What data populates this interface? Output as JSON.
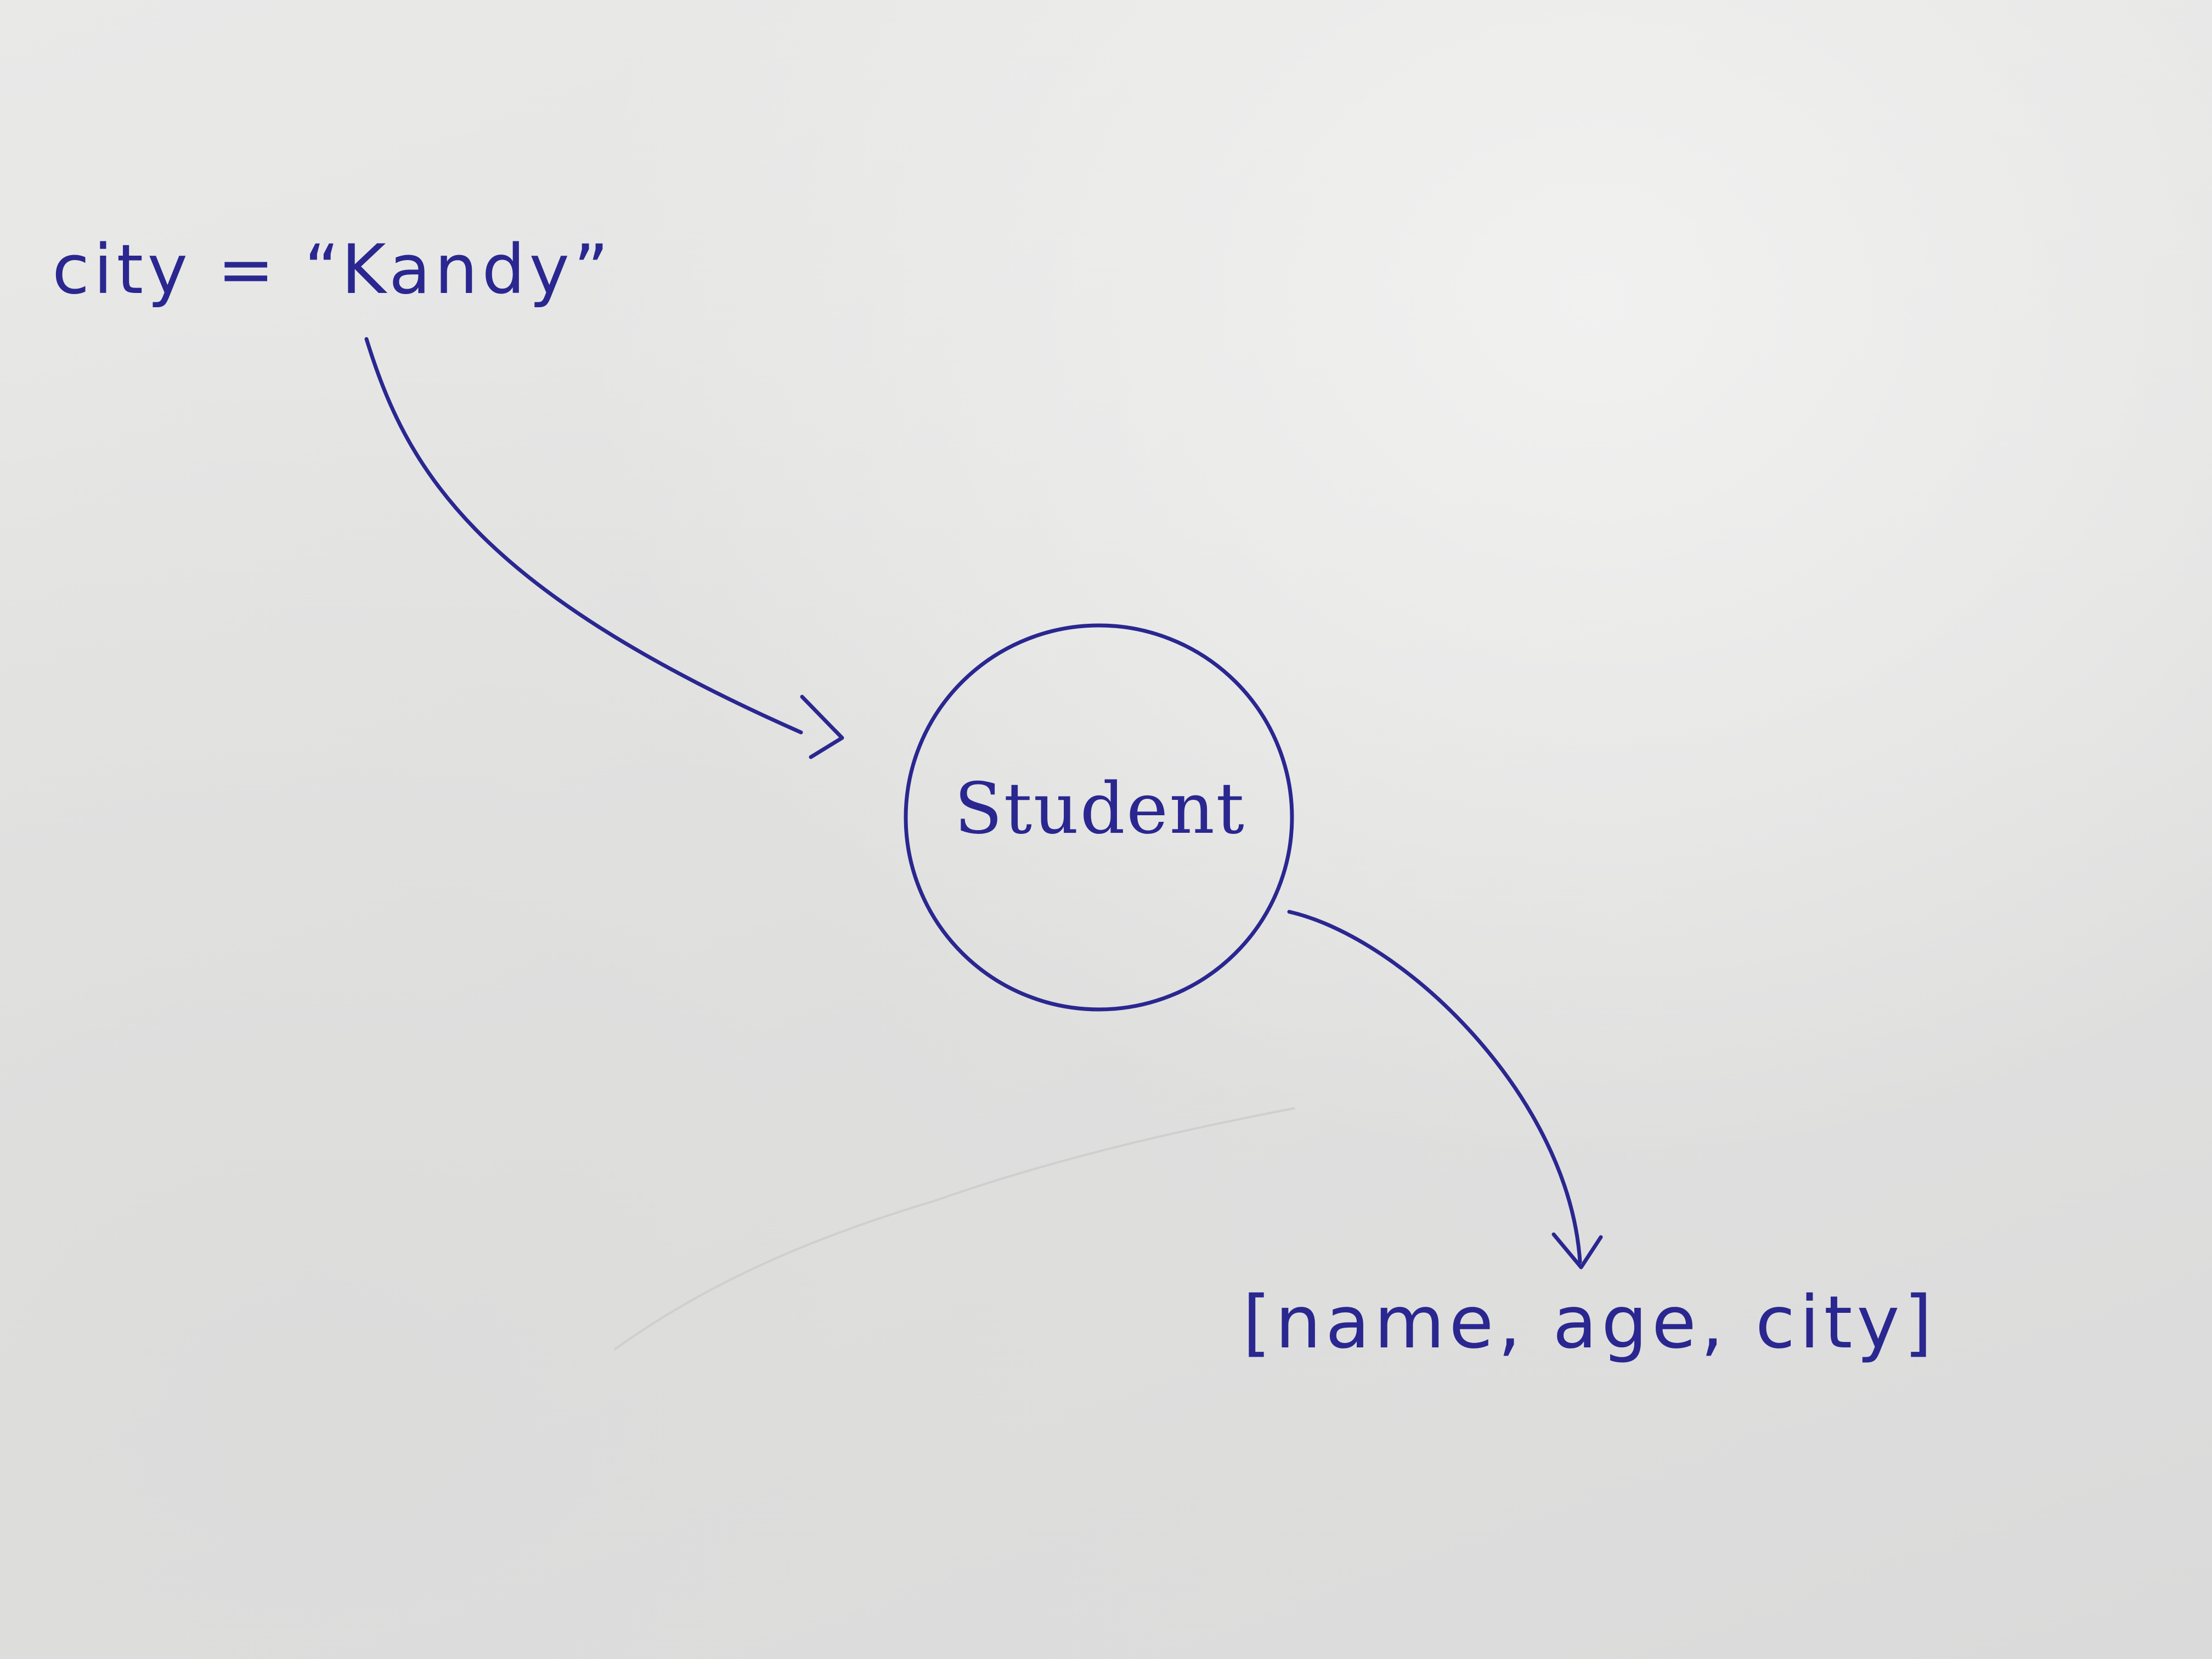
{
  "assignment": {
    "text": "city = “Kandy”"
  },
  "node": {
    "label": "Student"
  },
  "attributes": {
    "text": "[name, age, city]"
  },
  "colors": {
    "ink": "#2a2790",
    "paper": "#e4e4e3"
  }
}
